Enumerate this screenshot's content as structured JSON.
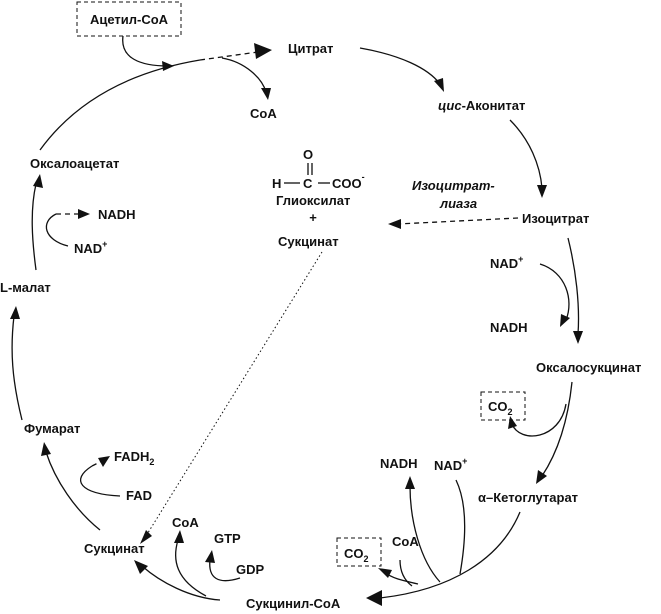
{
  "nodes": {
    "acetyl_coa": "Ацетил-CoA",
    "citrate": "Цитрат",
    "coa_top": "CoA",
    "cis_prefix": "цис",
    "cis_rest": "-Аконитат",
    "isocitrate": "Изоцитрат",
    "lyase_line1": "Изоцитрат-",
    "lyase_line2": "лиаза",
    "glyoxylate_o": "O",
    "glyoxylate_h": "H",
    "glyoxylate_c": "C",
    "glyoxylate_coo": "COO",
    "glyoxylate_minus": "-",
    "glyoxylate_name": "Глиоксилат",
    "plus": "+",
    "succinate_center": "Сукцинат",
    "oxaloacetate": "Оксалоацетат",
    "nadh_left": "NADH",
    "nad_left": "NAD",
    "nad_left_sup": "+",
    "malate": "L-малат",
    "nad_right": "NAD",
    "nad_right_sup": "+",
    "nadh_right": "NADH",
    "oxalosuccinate": "Оксалосукцинат",
    "co2_right": "CO",
    "co2_right_sub": "2",
    "nadh_low": "NADH",
    "nad_low": "NAD",
    "nad_low_sup": "+",
    "ketoglutarate": "α–Кетоглутарат",
    "fumarate": "Фумарат",
    "fadh2": "FADH",
    "fadh2_sub": "2",
    "fad": "FAD",
    "succinate_bottom": "Сукцинат",
    "coa_bottom": "CoA",
    "gtp": "GTP",
    "gdp": "GDP",
    "co2_bottom": "CO",
    "co2_bottom_sub": "2",
    "coa_right_bottom": "CoA",
    "succinyl_coa": "Сукцинил-CoA"
  },
  "colors": {
    "ink": "#111111",
    "background": "#ffffff"
  }
}
